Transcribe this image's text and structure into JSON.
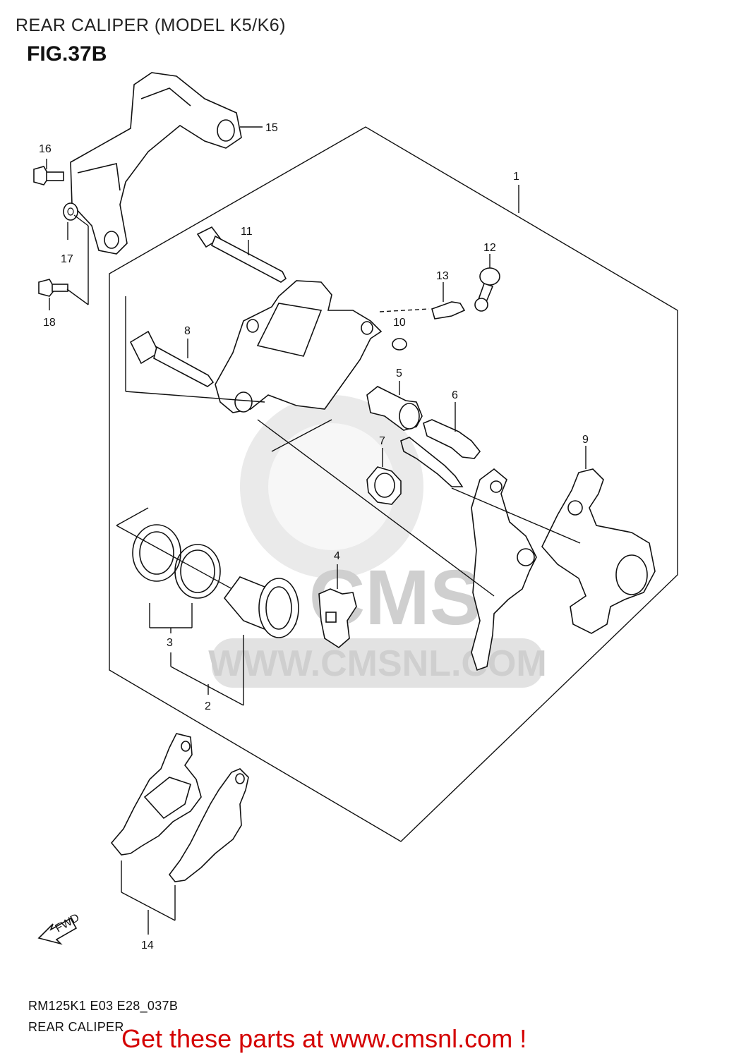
{
  "header": {
    "title": "REAR CALIPER (MODEL K5/K6)",
    "figure": "FIG.37B"
  },
  "watermark": {
    "brand": "CMS",
    "url": "WWW.CMSNL.COM"
  },
  "direction_tag": "FWD",
  "callouts": [
    "1",
    "2",
    "3",
    "4",
    "5",
    "6",
    "7",
    "8",
    "9",
    "10",
    "11",
    "12",
    "13",
    "14",
    "15",
    "16",
    "17",
    "18"
  ],
  "footer": {
    "code": "RM125K1 E03 E28_037B",
    "subtitle": "REAR CALIPER",
    "cta": "Get these parts at www.cmsnl.com !"
  },
  "colors": {
    "cta": "#d40000",
    "line": "#111111",
    "watermark": "#d8d8d8"
  }
}
